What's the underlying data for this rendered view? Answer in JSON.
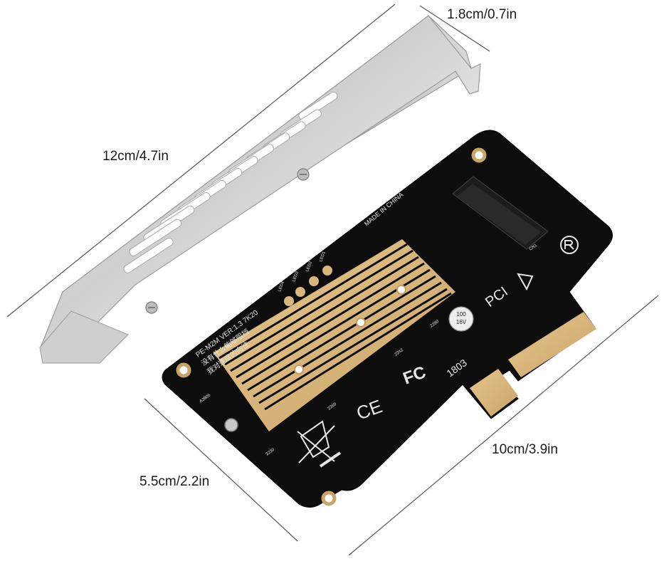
{
  "dimensions": {
    "bracket_width": "1.8cm/0.7in",
    "bracket_length": "12cm/4.7in",
    "card_height": "5.5cm/2.2in",
    "card_length": "10cm/3.9in"
  },
  "pcb_text": {
    "model": "PE-M2M VER:1.3 7K20",
    "chinese_line1": "没有什么能够阻挡",
    "chinese_line2": "我对速度的向往",
    "made_in": "MADE IN CHINA",
    "pci": "PCI",
    "capacitor_top": "100",
    "capacitor_bottom": "16V",
    "date_code": "1803",
    "led1": "LED1",
    "led2": "LED2",
    "led3": "LED3",
    "led4": "LED4",
    "size_2230": "2230",
    "size_2242": "2242",
    "size_2260": "2260",
    "size_2280": "2280",
    "board_id": "A3805",
    "cn": "CN1",
    "fc": "FC",
    "ce": "CE"
  },
  "colors": {
    "pcb": "#0d0d0d",
    "gold": "#d9b77c",
    "bracket_light": "#e3e3e3",
    "bracket_dark": "#9a9a9a"
  }
}
